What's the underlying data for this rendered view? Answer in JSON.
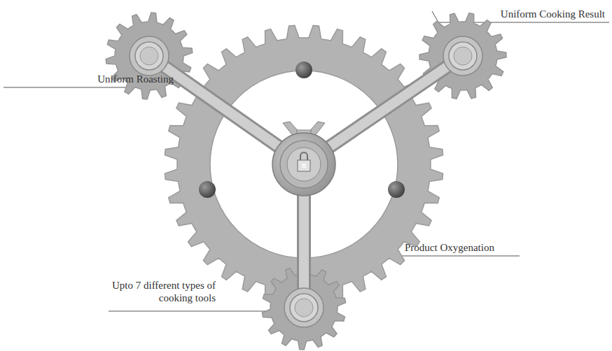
{
  "diagram": {
    "labels": [
      "Uniform Cooking Result",
      "Uniform Roasting",
      "Product Oxygenation",
      "Upto 7 different types of cooking tools"
    ]
  }
}
